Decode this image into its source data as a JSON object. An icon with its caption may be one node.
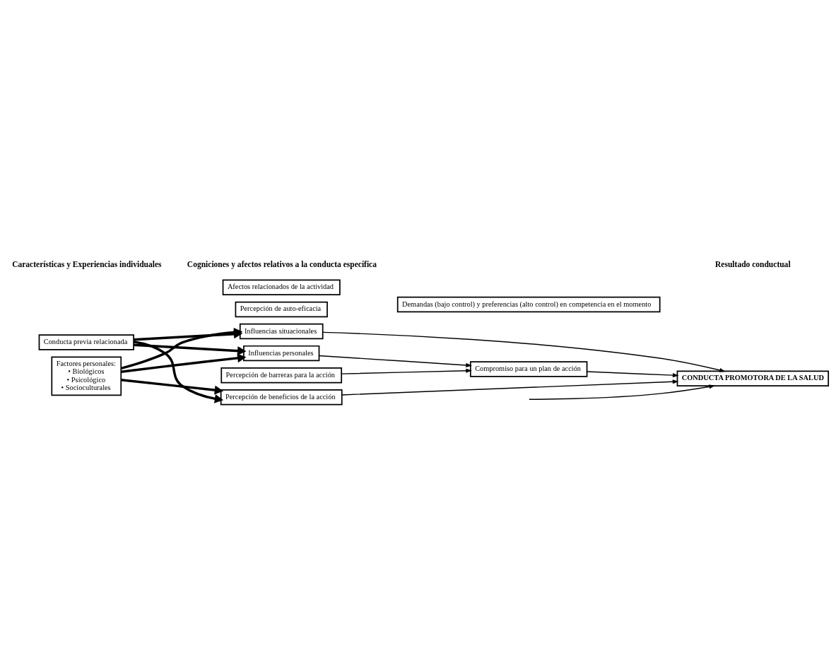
{
  "diagram": {
    "nodes": [
      {
        "text": [
          "Conducta previa relacionada"
        ]
      },
      {
        "text": [
          "Factores personales:",
          "• Biológicos",
          "• Psicológico",
          "• Socioculturales"
        ]
      },
      {
        "text": [
          "Percepción de beneficios de la acción"
        ]
      },
      {
        "text": [
          "Percepción de barreras para la acción"
        ]
      },
      {
        "text": [
          "Percepción de auto-eficacia"
        ]
      },
      {
        "text": [
          "Afectos relacionados de la actividad"
        ]
      },
      {
        "text": [
          "Influencias personales"
        ]
      },
      {
        "text": [
          "Influencias situacionales"
        ]
      },
      {
        "text": [
          "Compromiso para un plan de acción"
        ]
      },
      {
        "text": [
          "Demandas (bajo control) y preferencias (alto control) en competencia en el momento"
        ]
      },
      {
        "text": [
          "CONDUCTA PROMOTORA DE LA SALUD"
        ]
      }
    ],
    "edges": [
      {
        "from": 0,
        "to": 2,
        "arrow": "to",
        "style": "thick"
      },
      {
        "from": 0,
        "to": 6,
        "arrow": "to",
        "style": "thick"
      },
      {
        "from": 0,
        "to": 7,
        "arrow": "to",
        "style": "thick"
      },
      {
        "from": 1,
        "to": 2,
        "arrow": "to",
        "style": "thick"
      },
      {
        "from": 1,
        "to": 6,
        "arrow": "to",
        "style": "thick"
      },
      {
        "from": 1,
        "to": 7,
        "arrow": "to",
        "style": "thick"
      },
      {
        "from": 2,
        "to": 10,
        "arrow": "to"
      },
      {
        "from": 3,
        "to": 8,
        "arrow": "to"
      },
      {
        "from": 6,
        "to": 8,
        "arrow": "to"
      },
      {
        "from": 7,
        "to": 10,
        "arrow": "to"
      },
      {
        "from": 8,
        "to": 10,
        "arrow": "to"
      },
      {
        "from": null,
        "to": 10,
        "arrow": "to"
      }
    ],
    "labels": [
      "Características y Experiencias individuales",
      "Cogniciones y afectos relativos a la conducta específica",
      "Resultado conductual"
    ]
  }
}
